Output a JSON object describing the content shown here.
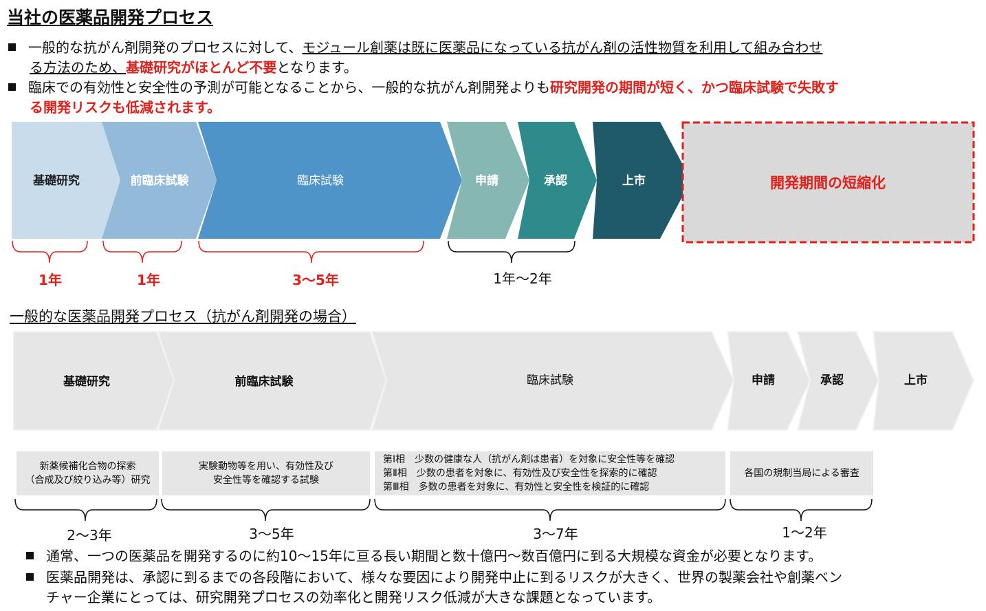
{
  "title": "当社の医薬品開発プロセス",
  "bullets_top": [
    {
      "a": "一般的な抗がん剤開発のプロセスに対して、",
      "b": "モジュール創薬は既に医薬品になっている抗がん剤の活性物質を利用して組み合わせ",
      "c": "る方法のため、",
      "d": "基礎研究がほとんど不要",
      "e": "となります。"
    },
    {
      "a": "臨床での有効性と安全性の予測が可能となることから、一般的な抗がん剤開発よりも",
      "b": "研究開発の期間が短く、かつ臨床試験で失敗す",
      "c": "る開発リスクも低減されます。"
    }
  ],
  "company_process": {
    "stages": [
      "基礎研究",
      "前臨床試験",
      "臨床試験",
      "申請",
      "承認",
      "上市"
    ],
    "highlight": "開発期間の短縮化",
    "durations": [
      "1年",
      "1年",
      "3～5年",
      "1年～2年"
    ],
    "colors": [
      "#c9dcec",
      "#93bbd9",
      "#4f94c9",
      "#86b7b2",
      "#2f8b8b",
      "#1f5a6b"
    ],
    "accent": "#e0201b"
  },
  "general_title": "一般的な医薬品開発プロセス（抗がん剤開発の場合）",
  "general_process": {
    "stages": [
      "基礎研究",
      "前臨床試験",
      "臨床試験",
      "申請",
      "承認",
      "上市"
    ],
    "descriptions": {
      "basic": [
        "新薬候補化合物の探索",
        "（合成及び絞り込み等）研究"
      ],
      "preclinical": [
        "実験動物等を用い、有効性及び",
        "安全性等を確認する試験"
      ],
      "clinical": [
        "第Ⅰ相　少数の健康な人（抗がん剤は患者）を対象に安全性等を確認",
        "第Ⅱ相　少数の患者を対象に、有効性及び安全性を探索的に確認",
        "第Ⅲ相　多数の患者を対象に、有効性と安全性を検証的に確認"
      ],
      "approval": "各国の規制当局による審査"
    },
    "durations": [
      "2～3年",
      "3～5年",
      "3～7年",
      "1～2年"
    ]
  },
  "bullets_bottom": [
    "通常、一つの医薬品を開発するのに約10～15年に亘る長い期間と数十億円～数百億円に到る大規模な資金が必要となります。",
    "医薬品開発は、承認に到るまでの各段階において、様々な要因により開発中止に到るリスクが大きく、世界の製薬会社や創薬ベン",
    "チャー企業にとっては、研究開発プロセスの効率化と開発リスク低減が大きな課題となっています。"
  ]
}
